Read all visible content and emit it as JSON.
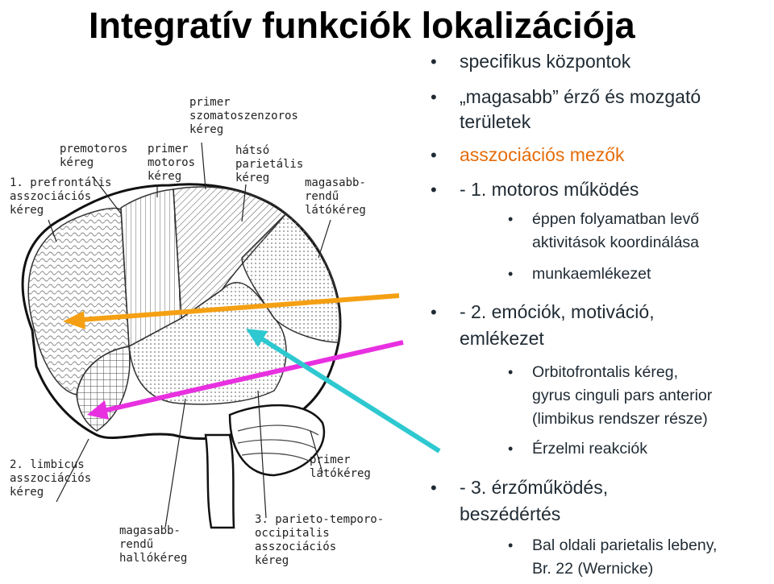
{
  "title": "Integratív funkciók lokalizációja",
  "diagram": {
    "labels": {
      "primer_szomato": "primer\nszomatoszenzoros\nkéreg",
      "premotoros": "premotoros\nkéreg",
      "primer_motoros": "primer\nmotoros\nkéreg",
      "hatso_parietalis": "hátsó\nparietális\nkéreg",
      "prefrontalis": "1. prefrontális\nasszociációs\nkéreg",
      "magasabb_lato": "magasabb-\nrendű\nlátókéreg",
      "limbicus": "2. limbicus\nasszociációs\nkéreg",
      "primer_lato": "primer\nlátókéreg",
      "parieto": "3. parieto-temporo-\noccipitalis\nasszociációs\nkéreg",
      "magasabb_hallo": "magasabb-\nrendű\nhallókéreg"
    },
    "colors": {
      "orange": "#f5a014",
      "magenta": "#e830e0",
      "cyan": "#2ec8d0"
    }
  },
  "bullets": {
    "b1": "specifikus központok",
    "b2a": "„magasabb” érző és mozgató",
    "b2b": "területek",
    "b3": "asszociációs mezők",
    "b4": "- 1. motoros működés",
    "b4_1a": "éppen folyamatban levő",
    "b4_1b": "aktivitások koordinálása",
    "b4_2": "munkaemlékezet",
    "b5a": "- 2. emóciók, motiváció,",
    "b5b": "emlékezet",
    "b5_1a": "Orbitofrontalis kéreg,",
    "b5_1b": "gyrus cinguli pars anterior",
    "b5_1c": "(limbikus rendszer része)",
    "b5_2": "Érzelmi reakciók",
    "b6a": "- 3. érzőműködés,",
    "b6b": "beszédértés",
    "b6_1a": "Bal oldali parietalis lebeny,",
    "b6_1b": "Br. 22 (Wernicke)"
  }
}
